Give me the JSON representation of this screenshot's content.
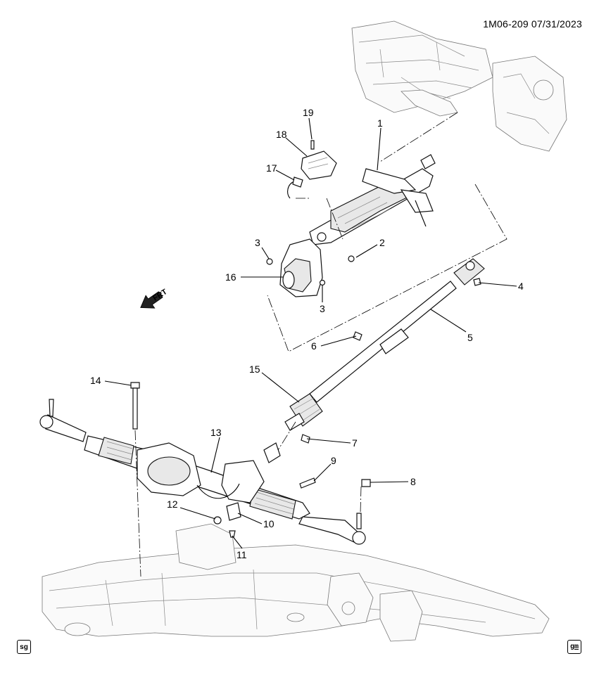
{
  "doc_id": "1M06-209  07/31/2023",
  "frt_label": "FRT",
  "badge_left": "sg",
  "badge_right": "gm",
  "callouts": [
    {
      "key": "c1",
      "text": "1"
    },
    {
      "key": "c2",
      "text": "2"
    },
    {
      "key": "c3a",
      "text": "3"
    },
    {
      "key": "c3b",
      "text": "3"
    },
    {
      "key": "c4",
      "text": "4"
    },
    {
      "key": "c5",
      "text": "5"
    },
    {
      "key": "c6",
      "text": "6"
    },
    {
      "key": "c7",
      "text": "7"
    },
    {
      "key": "c8",
      "text": "8"
    },
    {
      "key": "c9",
      "text": "9"
    },
    {
      "key": "c10",
      "text": "10"
    },
    {
      "key": "c11",
      "text": "11"
    },
    {
      "key": "c12",
      "text": "12"
    },
    {
      "key": "c13",
      "text": "13"
    },
    {
      "key": "c14",
      "text": "14"
    },
    {
      "key": "c15",
      "text": "15"
    },
    {
      "key": "c16",
      "text": "16"
    },
    {
      "key": "c17",
      "text": "17"
    },
    {
      "key": "c18",
      "text": "18"
    },
    {
      "key": "c19",
      "text": "19"
    }
  ]
}
